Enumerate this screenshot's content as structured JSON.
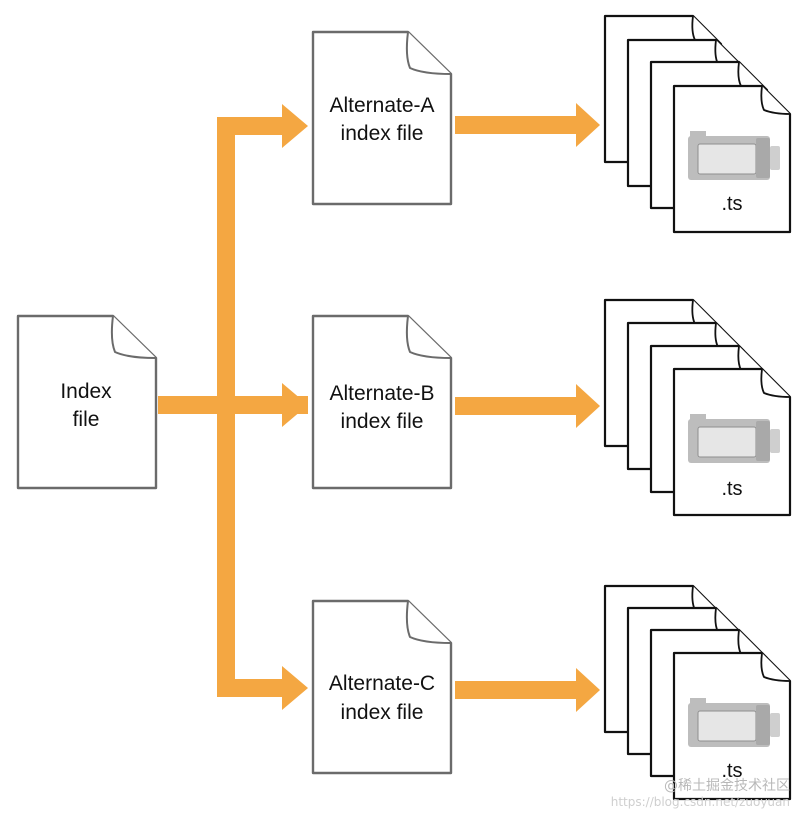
{
  "index_file": {
    "line1": "Index",
    "line2": "file"
  },
  "alternates": [
    {
      "line1": "Alternate-A",
      "line2": "index file",
      "segment_label": ".ts"
    },
    {
      "line1": "Alternate-B",
      "line2": "index file",
      "segment_label": ".ts"
    },
    {
      "line1": "Alternate-C",
      "line2": "index file",
      "segment_label": ".ts"
    }
  ],
  "watermark": {
    "text": "@稀土掘金技术社区",
    "url": "https://blog.csdn.net/zuoyuan"
  },
  "colors": {
    "arrow": "#f4a742",
    "document_stroke": "#6b6b6b",
    "document_fill": "#ffffff",
    "camera": "#bdbdbd"
  },
  "icons": [
    "document-icon",
    "camera-icon",
    "arrow"
  ]
}
